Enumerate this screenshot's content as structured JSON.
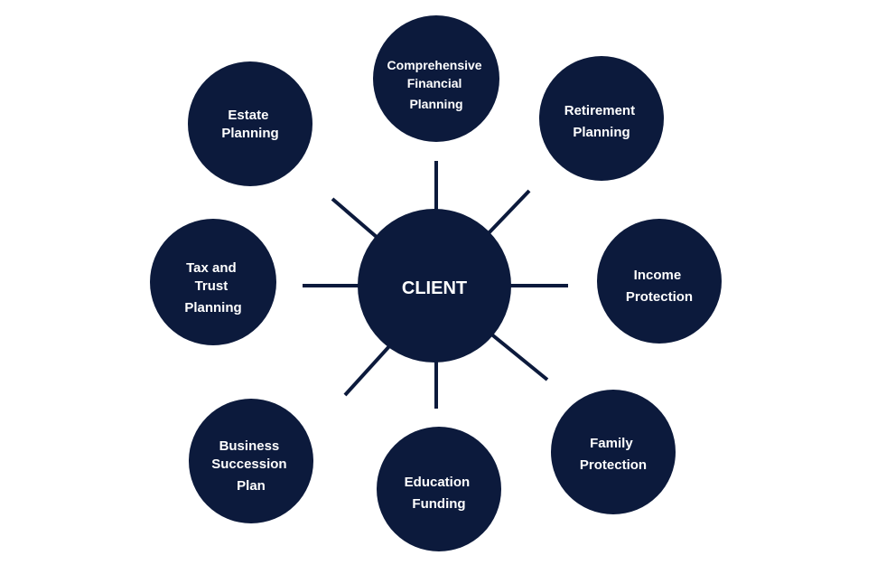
{
  "colors": {
    "node_fill": "#0c1a3c",
    "spoke": "#0c1a3c",
    "text": "#ffffff",
    "background": "#ffffff"
  },
  "center": {
    "label": "CLIENT"
  },
  "nodes": [
    {
      "id": "comprehensive-financial-planning",
      "lines": [
        "Comprehensive",
        "Financial",
        "Planning"
      ]
    },
    {
      "id": "retirement-planning",
      "lines": [
        "Retirement",
        "Planning"
      ]
    },
    {
      "id": "income-protection",
      "lines": [
        "Income",
        "Protection"
      ]
    },
    {
      "id": "family-protection",
      "lines": [
        "Family",
        "Protection"
      ]
    },
    {
      "id": "education-funding",
      "lines": [
        "Education",
        "Funding"
      ]
    },
    {
      "id": "business-succession-plan",
      "lines": [
        "Business",
        "Succession",
        "Plan"
      ]
    },
    {
      "id": "tax-and-trust-planning",
      "lines": [
        "Tax  and",
        "Trust",
        "Planning"
      ]
    },
    {
      "id": "estate-planning",
      "lines": [
        "Estate",
        "Planning"
      ]
    }
  ]
}
